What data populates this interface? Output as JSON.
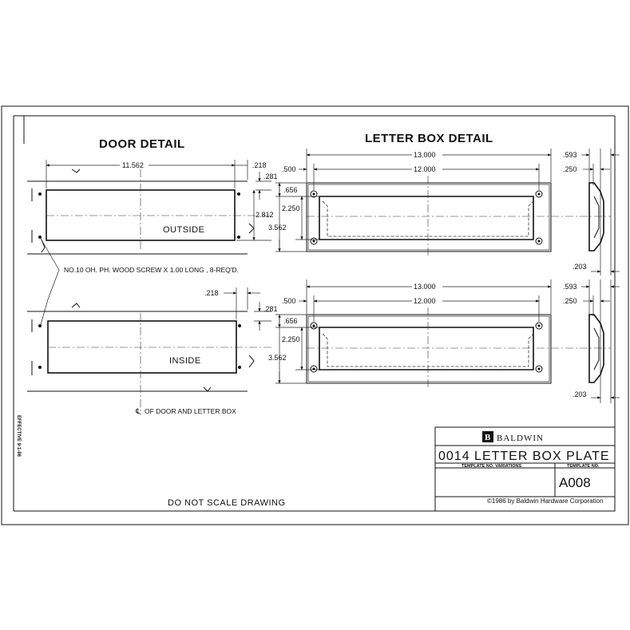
{
  "door_detail": {
    "heading": "DOOR DETAIL",
    "width_dim": "11.562",
    "edge_dim_top": ".218",
    "edge_dim_bottom": ".218",
    "top_offset_dim": ".281",
    "bottom_offset_dim": ".281",
    "height_dim": "2.812",
    "outside_label": "OUTSIDE",
    "inside_label": "INSIDE",
    "screw_note": "NO.10 OH. PH. WOOD SCREW X 1.00 LONG , 8-REQ'D.",
    "centerline_note": "OF DOOR AND LETTER BOX"
  },
  "letter_box_detail": {
    "heading": "LETTER BOX DETAIL",
    "top": {
      "overall_dim": "13.000",
      "inner_dim": "12.000",
      "edge_dim": ".500",
      "inset_dim": ".656",
      "inner_height_dim": "2.250",
      "overall_height_dim": "3.562",
      "profile_top_dim": ".593",
      "profile_mid_dim": ".250",
      "profile_bottom_dim": ".203"
    },
    "bottom": {
      "overall_dim": "13.000",
      "inner_dim": "12.000",
      "edge_dim": ".500",
      "inset_dim": ".656",
      "inner_height_dim": "2.250",
      "overall_height_dim": "3.562",
      "profile_top_dim": ".593",
      "profile_mid_dim": ".250",
      "profile_bottom_dim": ".203"
    }
  },
  "title_block": {
    "brand": "BALDWIN",
    "brand_mark": "B",
    "product_title": "0014 LETTER BOX PLATE",
    "variations_label": "TEMPLATE NO. VARIATIONS",
    "template_no_label": "TEMPLATE NO.",
    "template_no": "A008"
  },
  "effective_note": "EFFECTIVE 9-1-86",
  "do_not_scale": "DO NOT SCALE DRAWING",
  "copyright": "©1986 by Baldwin Hardware Corporation"
}
